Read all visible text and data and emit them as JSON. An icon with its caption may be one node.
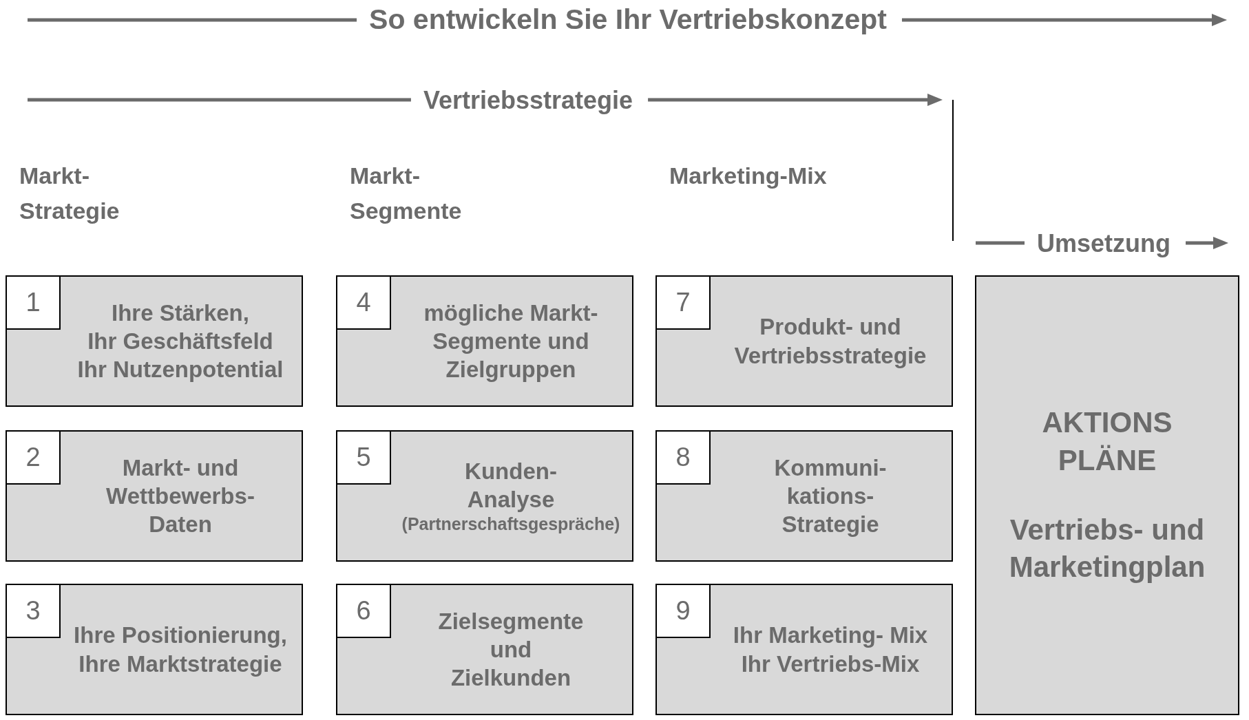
{
  "diagram": {
    "title": "So entwickeln Sie Ihr Vertriebskonzept",
    "nodes": [
      {
        "text": [
          "Ihre Stärken, Ihr Geschäftsfeld Ihr Nutzenpotential"
        ]
      },
      {
        "text": [
          "1"
        ],
        "in": 0
      },
      {
        "text": [
          "Markt- und Wettbewerbs- Daten"
        ]
      },
      {
        "text": [
          "2"
        ],
        "in": 2
      },
      {
        "text": [
          "Ihre Positionierung, Ihre Marktstrategie"
        ]
      },
      {
        "text": [
          "3"
        ],
        "in": 4
      },
      {
        "text": [
          "mögliche Markt- Segmente und Zielgruppen"
        ]
      },
      {
        "text": [
          "4"
        ],
        "in": 6
      },
      {
        "text": [
          "Kunden- Analyse",
          "(Partnerschaftsgespräche)"
        ]
      },
      {
        "text": [
          "5"
        ],
        "in": 8
      },
      {
        "text": [
          "Zielsegmente und Zielkunden"
        ]
      },
      {
        "text": [
          "6"
        ],
        "in": 10
      },
      {
        "text": [
          "Produkt- und Vertriebsstrategie"
        ]
      },
      {
        "text": [
          "7"
        ],
        "in": 12
      },
      {
        "text": [
          "Kommuni- kations- Strategie"
        ]
      },
      {
        "text": [
          "8"
        ],
        "in": 14
      },
      {
        "text": [
          "Ihr Marketing- Mix Ihr Vertriebs-Mix"
        ]
      },
      {
        "text": [
          "9"
        ],
        "in": 16
      },
      {
        "text": [
          "AKTIONS PLÄNE",
          "Vertriebs- und Marketingplan"
        ]
      }
    ],
    "labels": [
      "Vertriebsstrategie",
      "Markt- Strategie",
      "Markt- Segmente",
      "Marketing-Mix",
      "Umsetzung"
    ]
  }
}
